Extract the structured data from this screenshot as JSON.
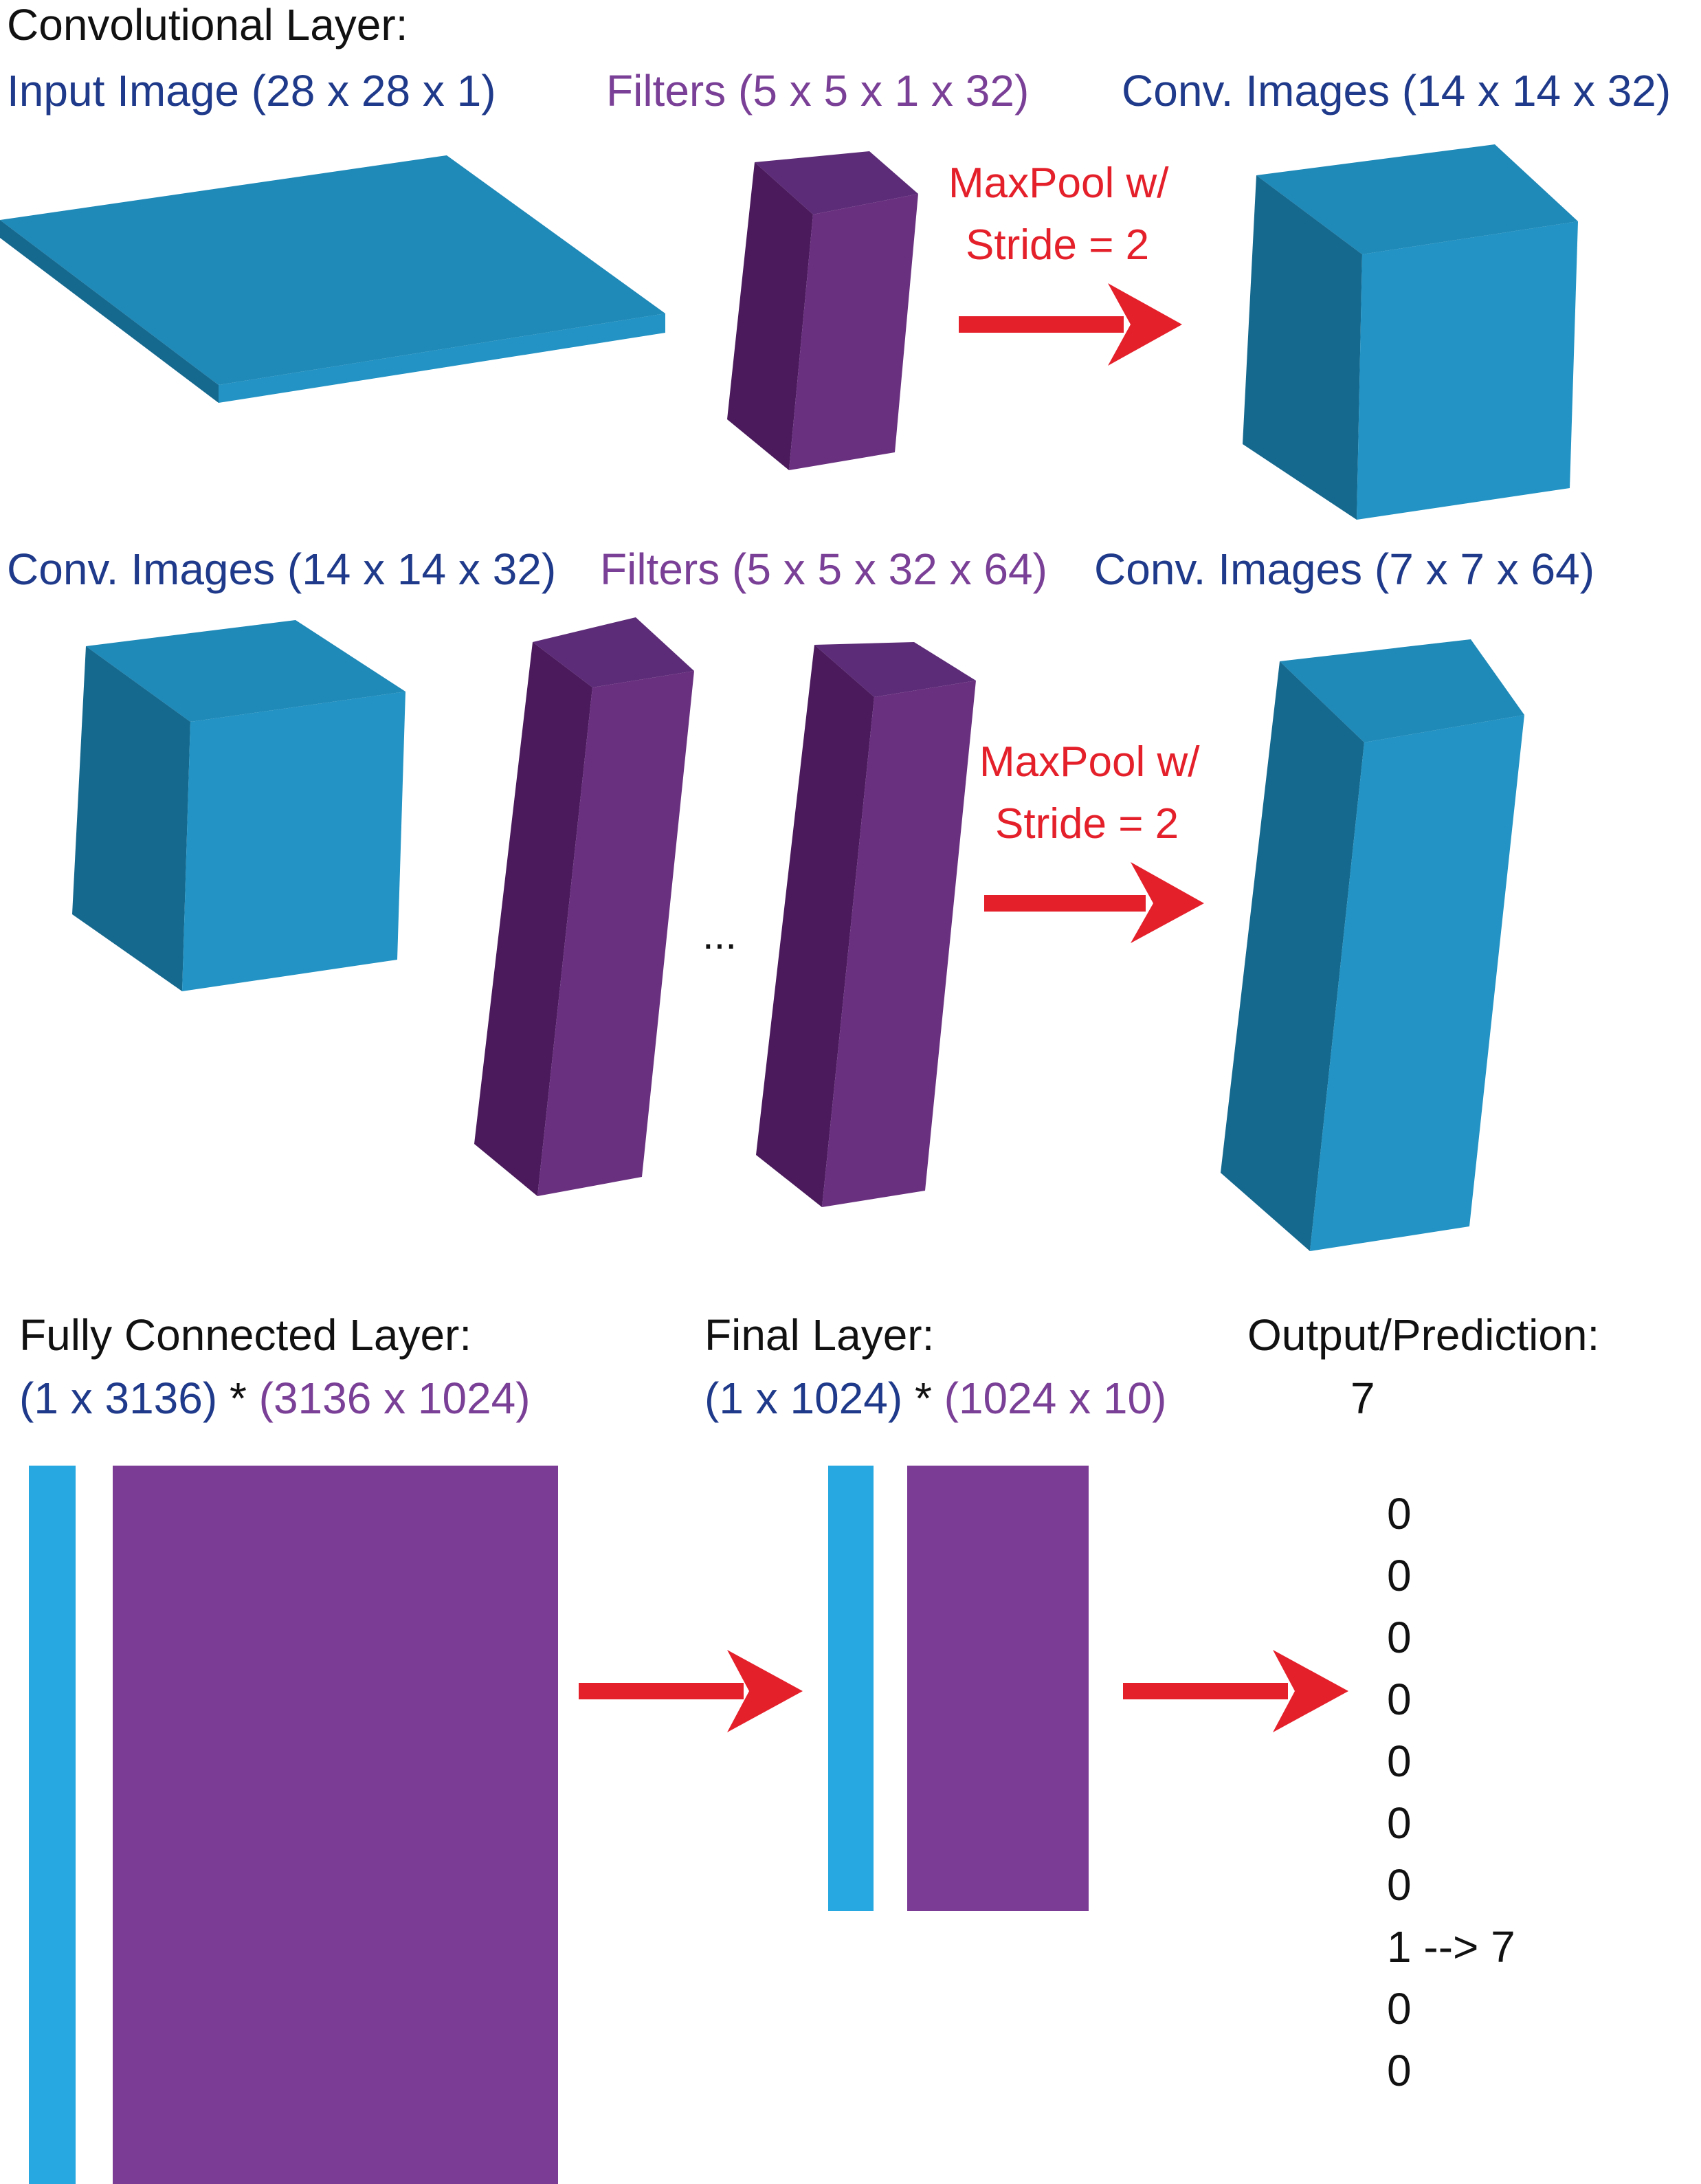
{
  "colors": {
    "text_black": "#111111",
    "blue_text": "#1f3a8a",
    "purple_text": "#7a3f96",
    "red": "#e4202b",
    "blue_top": "#1f89b8",
    "blue_front": "#2293c4",
    "blue_side": "#15698f",
    "purple_top": "#5d2c78",
    "purple_front": "#6a3080",
    "purple_side": "#4a1a5c",
    "fc_blue": "#27a8e0",
    "fc_purple": "#7b3c96"
  },
  "conv_section": {
    "title": "Convolutional Layer:",
    "row1": {
      "input_label": "Input Image (28 x 28 x 1)",
      "filters_label": "Filters (5 x 5 x 1 x 32)",
      "maxpool_line1": "MaxPool w/",
      "maxpool_line2": "Stride = 2",
      "output_label": "Conv. Images (14 x 14 x 32)"
    },
    "row2": {
      "input_label": "Conv. Images (14 x 14 x 32)",
      "filters_label": "Filters (5 x 5 x 32 x 64)",
      "ellipsis": "...",
      "maxpool_line1": "MaxPool w/",
      "maxpool_line2": "Stride = 2",
      "output_label": "Conv. Images (7 x 7 x 64)"
    }
  },
  "fc_section": {
    "title": "Fully Connected Layer:",
    "dims_left": "(1 x 3136)",
    "times": "*",
    "dims_right": "(3136 x 1024)"
  },
  "final_section": {
    "title": "Final Layer:",
    "dims_left": "(1 x 1024)",
    "times": "*",
    "dims_right": "(1024 x 10)"
  },
  "output_section": {
    "title": "Output/Prediction:",
    "prediction": "7",
    "vector": [
      "0",
      "0",
      "0",
      "0",
      "0",
      "0",
      "0",
      "1 --> 7",
      "0",
      "0"
    ]
  }
}
